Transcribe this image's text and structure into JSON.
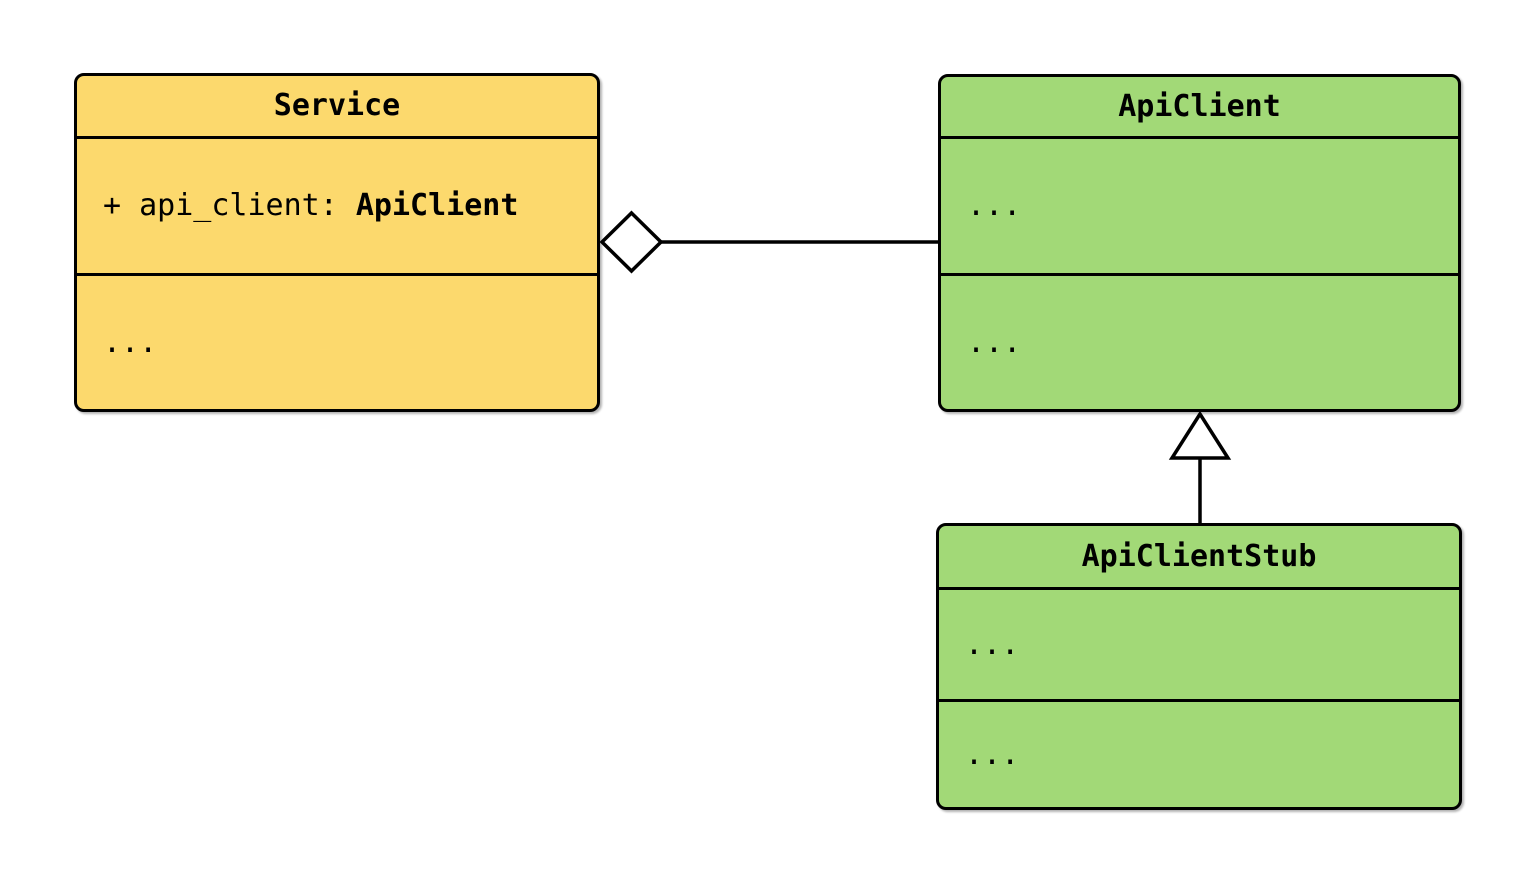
{
  "diagram": {
    "kind": "uml-class-diagram",
    "colors": {
      "service_fill": "#FCD96D",
      "api_client_fill": "#A2D977",
      "border": "#000000",
      "background": "#FFFFFF"
    },
    "classes": {
      "service": {
        "name": "Service",
        "attribute_prefix": "+ api_client: ",
        "attribute_type": "ApiClient",
        "methods_placeholder": "..."
      },
      "api_client": {
        "name": "ApiClient",
        "attributes_placeholder": "...",
        "methods_placeholder": "..."
      },
      "api_client_stub": {
        "name": "ApiClientStub",
        "attributes_placeholder": "...",
        "methods_placeholder": "..."
      }
    },
    "relationships": [
      {
        "type": "aggregation",
        "from": "Service",
        "to": "ApiClient",
        "marker": "open-diamond",
        "marker_at": "Service"
      },
      {
        "type": "inheritance",
        "from": "ApiClientStub",
        "to": "ApiClient",
        "marker": "open-triangle",
        "marker_at": "ApiClient"
      }
    ]
  }
}
